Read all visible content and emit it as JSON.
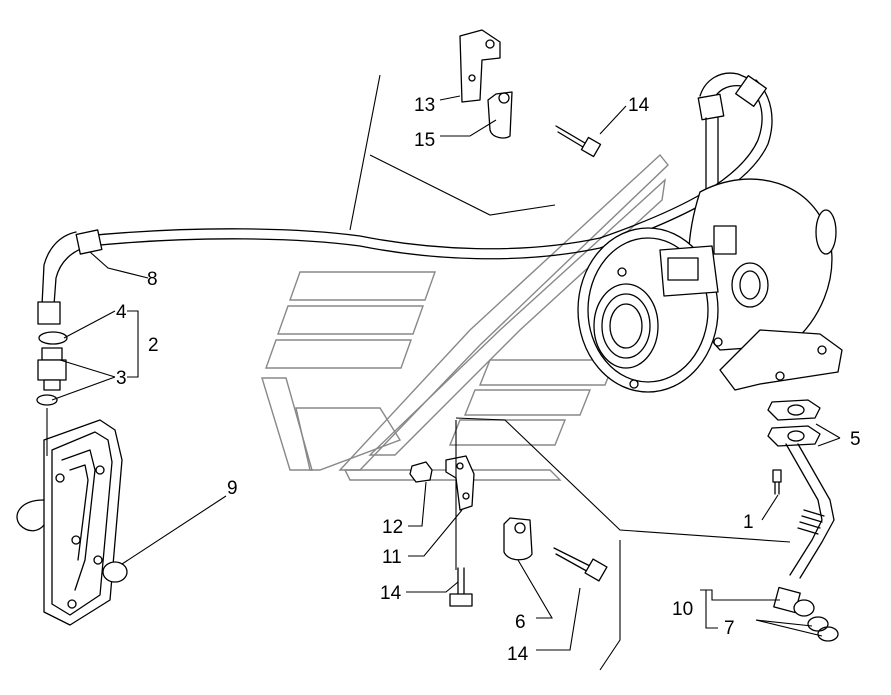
{
  "callouts": {
    "c1": "1",
    "c2": "2",
    "c3": "3",
    "c4": "4",
    "c5": "5",
    "c6": "6",
    "c7": "7",
    "c8": "8",
    "c9": "9",
    "c10": "10",
    "c11": "11",
    "c12": "12",
    "c13": "13",
    "c14a": "14",
    "c14b": "14",
    "c14c": "14",
    "c15": "15"
  }
}
